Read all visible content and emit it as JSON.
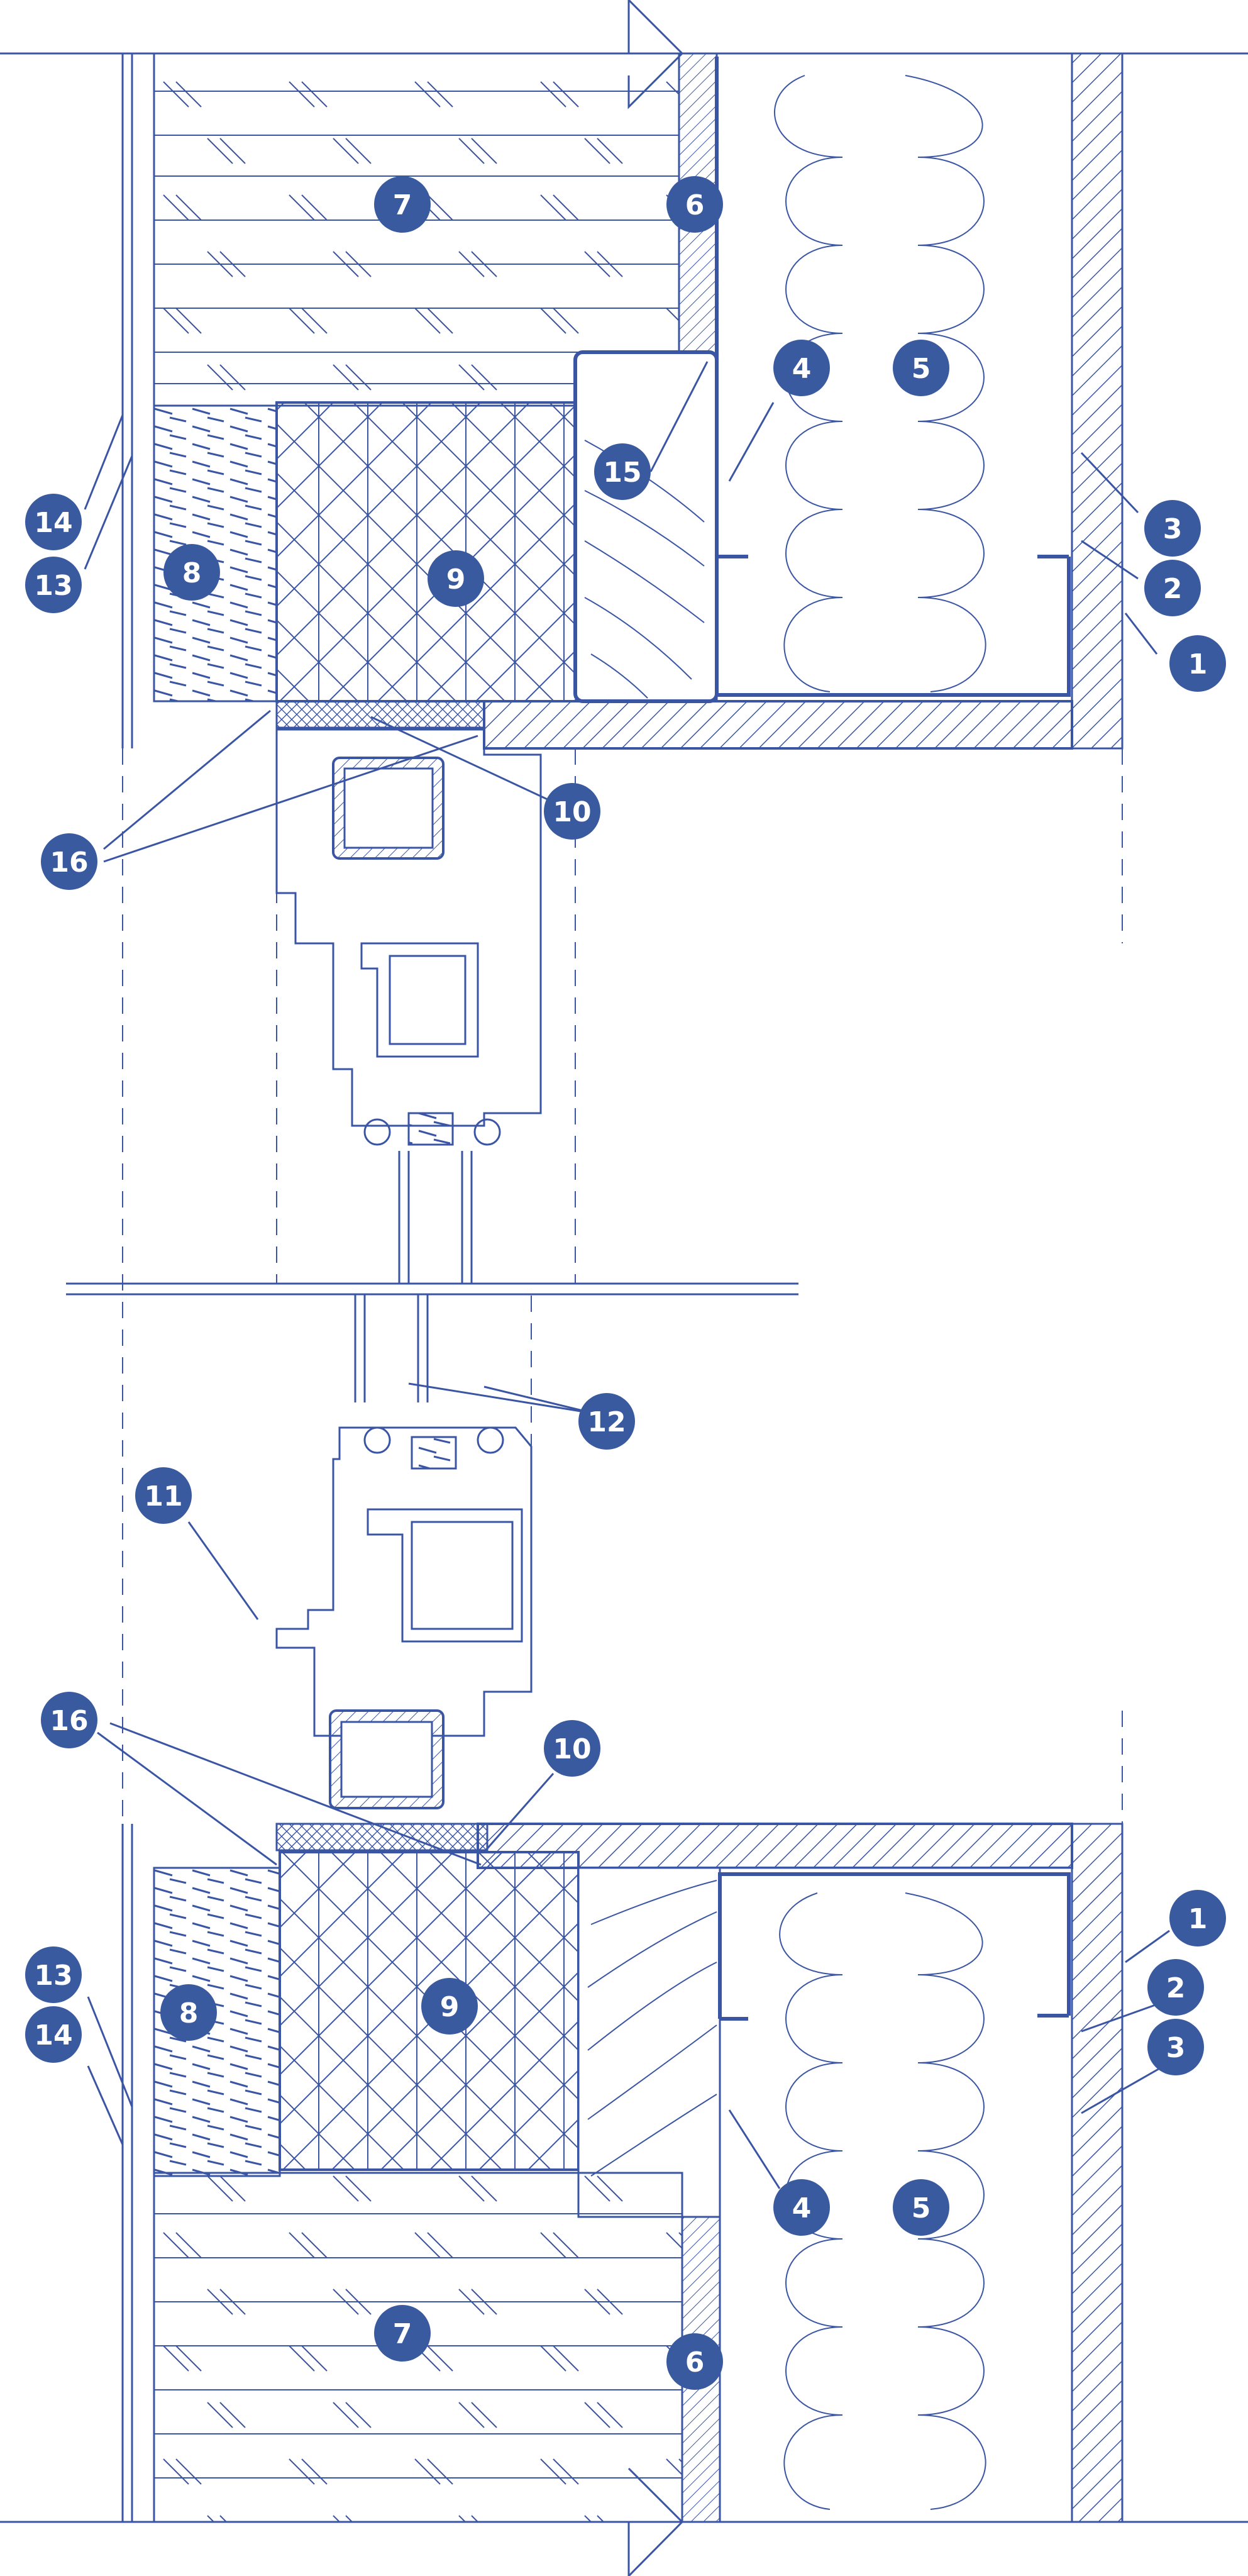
{
  "colors": {
    "line": "#3a55a4",
    "badge_fill": "#3a5aa0",
    "badge_text": "#ffffff",
    "background": "#ffffff"
  },
  "callouts": {
    "c1": "1",
    "c2": "2",
    "c3": "3",
    "c4": "4",
    "c5": "5",
    "c6": "6",
    "c7": "7",
    "c8": "8",
    "c9": "9",
    "c10": "10",
    "c11": "11",
    "c12": "12",
    "c13": "13",
    "c14": "14",
    "c15": "15",
    "c16": "16"
  }
}
